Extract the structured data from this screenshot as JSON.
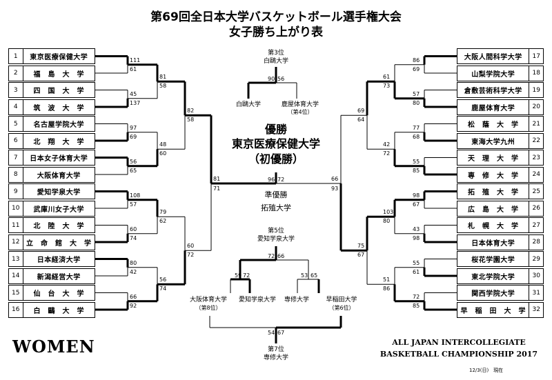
{
  "title": "第69回全日本大学バスケットボール選手権大会",
  "subtitle": "女子勝ち上がり表",
  "left_teams": [
    {
      "num": "1",
      "name": "東京医療保健大学"
    },
    {
      "num": "2",
      "name": "福　島　大　学"
    },
    {
      "num": "3",
      "name": "四　国　大　学"
    },
    {
      "num": "4",
      "name": "筑　波　大　学"
    },
    {
      "num": "5",
      "name": "名古屋学院大学"
    },
    {
      "num": "6",
      "name": "北　翔　大　学"
    },
    {
      "num": "7",
      "name": "日本女子体育大学"
    },
    {
      "num": "8",
      "name": "大阪体育大学"
    },
    {
      "num": "9",
      "name": "愛知学泉大学"
    },
    {
      "num": "10",
      "name": "武庫川女子大学"
    },
    {
      "num": "11",
      "name": "北　陸　大　学"
    },
    {
      "num": "12",
      "name": "立　命　館　大　学"
    },
    {
      "num": "13",
      "name": "日本経済大学"
    },
    {
      "num": "14",
      "name": "新潟経営大学"
    },
    {
      "num": "15",
      "name": "仙　台　大　学"
    },
    {
      "num": "16",
      "name": "白　鷗　大　学"
    }
  ],
  "right_teams": [
    {
      "num": "17",
      "name": "大阪人間科学大学"
    },
    {
      "num": "18",
      "name": "山梨学院大学"
    },
    {
      "num": "19",
      "name": "倉敷芸術科学大学"
    },
    {
      "num": "20",
      "name": "鹿屋体育大学"
    },
    {
      "num": "21",
      "name": "松　蔭　大　学"
    },
    {
      "num": "22",
      "name": "東海大学九州"
    },
    {
      "num": "23",
      "name": "天　理　大　学"
    },
    {
      "num": "24",
      "name": "専　修　大　学"
    },
    {
      "num": "25",
      "name": "拓　殖　大　学"
    },
    {
      "num": "26",
      "name": "広　島　大　学"
    },
    {
      "num": "27",
      "name": "札　幌　大　学"
    },
    {
      "num": "28",
      "name": "日本体育大学"
    },
    {
      "num": "29",
      "name": "桜花学園大学"
    },
    {
      "num": "30",
      "name": "東北学院大学"
    },
    {
      "num": "31",
      "name": "関西学院大学"
    },
    {
      "num": "32",
      "name": "早　稲　田　大　学"
    }
  ],
  "scores": {
    "l1a": "111",
    "l1b": "61",
    "l2a": "45",
    "l2b": "137",
    "l3a": "97",
    "l3b": "69",
    "l4a": "56",
    "l4b": "65",
    "l5a": "108",
    "l5b": "57",
    "l6a": "60",
    "l6b": "74",
    "l7a": "80",
    "l7b": "42",
    "l8a": "66",
    "l8b": "92",
    "l2r1a": "81",
    "l2r1b": "58",
    "l2r2a": "48",
    "l2r2b": "60",
    "l2r3a": "79",
    "l2r3b": "62",
    "l2r4a": "56",
    "l2r4b": "74",
    "l3r1a": "82",
    "l3r1b": "58",
    "l3r2a": "60",
    "l3r2b": "72",
    "lsfa": "81",
    "lsfb": "71",
    "r1a": "86",
    "r1b": "69",
    "r2a": "57",
    "r2b": "80",
    "r3a": "77",
    "r3b": "68",
    "r4a": "55",
    "r4b": "85",
    "r5a": "98",
    "r5b": "67",
    "r6a": "43",
    "r6b": "98",
    "r7a": "55",
    "r7b": "61",
    "r8a": "72",
    "r8b": "85",
    "r2r1a": "61",
    "r2r1b": "73",
    "r2r2a": "42",
    "r2r2b": "72",
    "r2r3a": "103",
    "r2r3b": "80",
    "r2r4a": "51",
    "r2r4b": "86",
    "r3r1a": "69",
    "r3r1b": "64",
    "r3r2a": "75",
    "r3r2b": "67",
    "rsfa": "66",
    "rsfb": "93",
    "fina": "96",
    "finb": "72",
    "p3a": "90",
    "p3b": "56",
    "p5a": "72",
    "p5b": "66",
    "p5la": "59",
    "p5lb": "72",
    "p5ra": "53",
    "p5rb": "65",
    "p7a": "54",
    "p7b": "67"
  },
  "third_place": {
    "label": "第3位",
    "team": "白鷗大学",
    "left": "白鷗大学",
    "right": "鹿屋体育大学",
    "right_note": "（第4位）"
  },
  "champion": {
    "label": "優勝",
    "team": "東京医療保健大学",
    "note": "（初優勝）"
  },
  "runner_up": {
    "label": "準優勝",
    "team": "拓殖大学"
  },
  "fifth_place": {
    "label": "第5位",
    "team": "愛知学泉大学",
    "teams": [
      {
        "name": "大阪体育大学",
        "note": "（第8位）"
      },
      {
        "name": "愛知学泉大学",
        "note": ""
      },
      {
        "name": "専修大学",
        "note": ""
      },
      {
        "name": "早稲田大学",
        "note": "（第6位）"
      }
    ]
  },
  "seventh_place": {
    "label": "第7位",
    "team": "専修大学"
  },
  "footer": {
    "women": "WOMEN",
    "eng1": "ALL JAPAN INTERCOLLEGIATE",
    "eng2": "BASKETBALL CHAMPIONSHIP 2017",
    "date": "12/3(日)　現在"
  }
}
